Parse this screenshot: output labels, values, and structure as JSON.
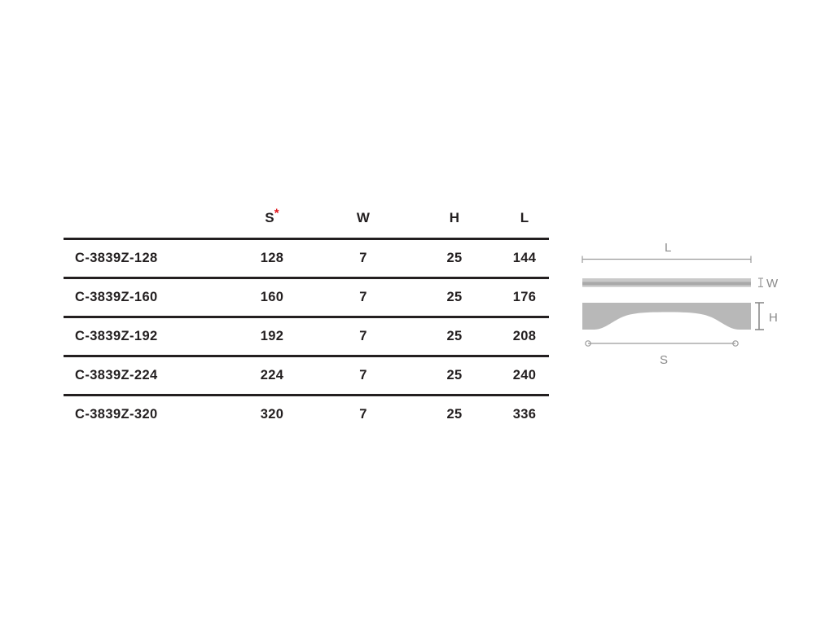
{
  "page": {
    "background_color": "#ffffff",
    "text_color": "#231f20",
    "accent_color": "#e0151b",
    "drawing_color": "#b3b3b3",
    "dimension_line_color": "#8a8a8a"
  },
  "spec_table": {
    "headers": {
      "model": "",
      "s": "S",
      "s_note_marker": "*",
      "w": "W",
      "h": "H",
      "l": "L"
    },
    "rows": [
      {
        "model": "C-3839Z-128",
        "s": "128",
        "w": "7",
        "h": "25",
        "l": "144"
      },
      {
        "model": "C-3839Z-160",
        "s": "160",
        "w": "7",
        "h": "25",
        "l": "176"
      },
      {
        "model": "C-3839Z-192",
        "s": "192",
        "w": "7",
        "h": "25",
        "l": "208"
      },
      {
        "model": "C-3839Z-224",
        "s": "224",
        "w": "7",
        "h": "25",
        "l": "240"
      },
      {
        "model": "C-3839Z-320",
        "s": "320",
        "w": "7",
        "h": "25",
        "l": "336"
      }
    ]
  },
  "technical_drawing": {
    "labels": {
      "length": "L",
      "width": "W",
      "height": "H",
      "center_spacing": "S"
    },
    "views": {
      "top_view": "handle-top-profile-bar",
      "front_view": "handle-front-arch-profile"
    }
  }
}
